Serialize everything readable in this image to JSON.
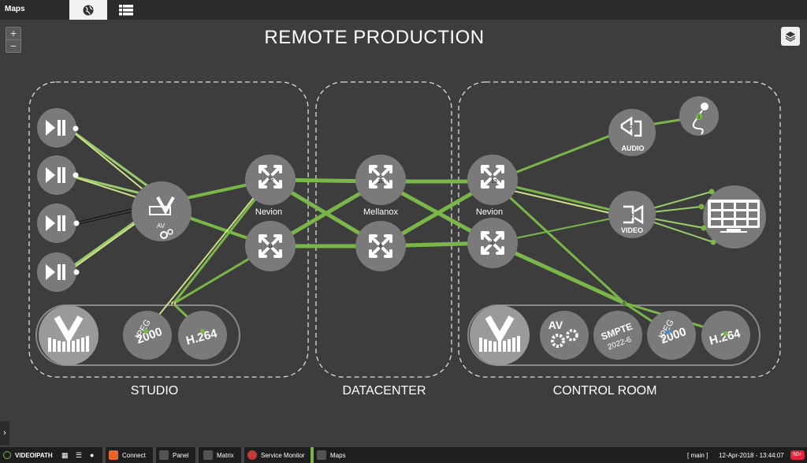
{
  "app_title": "Maps",
  "tabs": [
    {
      "name": "globe-icon"
    },
    {
      "name": "list-icon"
    }
  ],
  "zoom": {
    "in": "+",
    "out": "−"
  },
  "title": "REMOTE PRODUCTION",
  "zones": [
    {
      "label": "STUDIO"
    },
    {
      "label": "DATACENTER"
    },
    {
      "label": "CONTROL ROOM"
    }
  ],
  "switches": [
    {
      "label": "Nevion",
      "badge": "13"
    },
    {
      "label": "",
      "badge": "11"
    },
    {
      "label": "Mellanox",
      "badge": "16"
    },
    {
      "label": "",
      "badge": "8"
    },
    {
      "label": "Nevion",
      "badge": "13"
    },
    {
      "label": "",
      "badge": "10"
    }
  ],
  "devices": {
    "studio_gateway_badge": "",
    "studio_jpeg": {
      "line1": "JPEG",
      "line2": "2000"
    },
    "studio_h264": "H.264",
    "studio_hub_badge": "4",
    "audio": {
      "label": "AUDIO",
      "badge": "2"
    },
    "video": {
      "label": "VIDEO",
      "badge": "2"
    },
    "mic_badge": "1",
    "control_hub_badge": "6",
    "cr_av": "AV",
    "cr_smpte": {
      "line1": "SMPTE",
      "line2": "2022-6"
    },
    "cr_jpeg": {
      "line1": "JPEG",
      "line2": "2000"
    },
    "cr_h264": "H.264",
    "gw_av": "AV"
  },
  "taskbar": {
    "brand": "VIDEOIPATH",
    "items": [
      "Connect",
      "Panel",
      "Matrix",
      "Service Monitor",
      "Maps"
    ],
    "session": "[ main ]",
    "datetime": "12-Apr-2018 - 13:44:07",
    "alarm_count": "50+"
  },
  "colors": {
    "link": "#7ab648",
    "link_light": "#cfe08a",
    "node": "#7a7a7a",
    "background": "#3d3d3d",
    "alarm": "#e0223a"
  }
}
